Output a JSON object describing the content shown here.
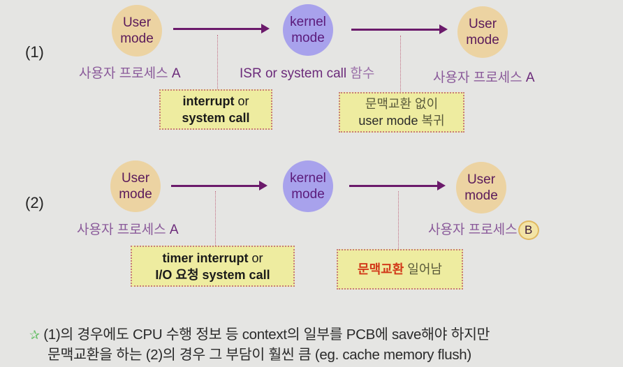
{
  "case1": {
    "label": "(1)",
    "start": {
      "line1": "User",
      "line2": "mode",
      "caption_ko": "사용자 프로세스",
      "caption_id": "A"
    },
    "middle": {
      "line1": "kernel",
      "line2": "mode",
      "caption_latin": "ISR or system call",
      "caption_ko": "함수"
    },
    "end": {
      "line1": "User",
      "line2": "mode",
      "caption_ko": "사용자 프로세스",
      "caption_id": "A"
    },
    "note_left": {
      "line1_bold": "interrupt",
      "line1_normal": "or",
      "line2_bold": "system call"
    },
    "note_right": {
      "line1": "문맥교환 없이",
      "line2_latin": "user mode",
      "line2_ko": "복귀"
    }
  },
  "case2": {
    "label": "(2)",
    "start": {
      "line1": "User",
      "line2": "mode",
      "caption_ko": "사용자 프로세스",
      "caption_id": "A"
    },
    "middle": {
      "line1": "kernel",
      "line2": "mode"
    },
    "end": {
      "line1": "User",
      "line2": "mode",
      "caption_ko": "사용자 프로세스",
      "caption_id": "B"
    },
    "note_left": {
      "line1_bold": "timer interrupt",
      "line1_normal": "or",
      "line2_bold": "I/O 요청 system call"
    },
    "note_right": {
      "highlight": "문맥교환",
      "rest": "일어남"
    }
  },
  "footer": {
    "icon": "star-icon",
    "star_glyph": "✰",
    "line1": "(1)의 경우에도 CPU 수행 정보 등 context의 일부를 PCB에 save해야 하지만",
    "line2": "문맥교환을 하는 (2)의 경우 그 부담이 훨씬 큼 (eg. cache memory flush)"
  },
  "colors": {
    "background": "#e5e5e3",
    "user_mode": "#ecd3a2",
    "kernel_mode": "#a8a2ec",
    "arrow": "#6b1a6b",
    "note_fill": "#eeeca0",
    "highlight_red": "#d23a1a",
    "star": "#6cc06c"
  }
}
